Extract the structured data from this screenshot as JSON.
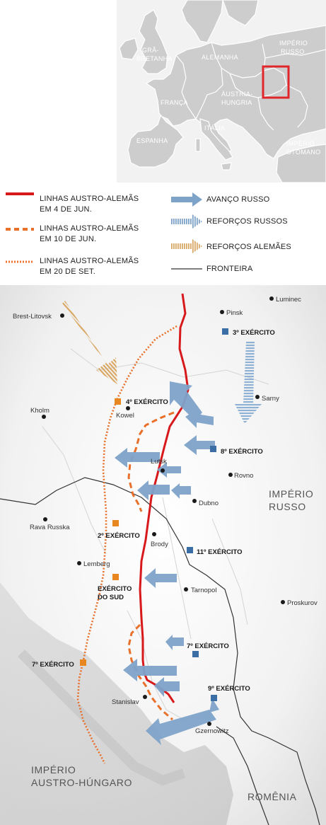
{
  "overview_map": {
    "labels": {
      "gra_bretanha_1": "GRÃ-",
      "gra_bretanha_2": "BRETANHA",
      "alemanha": "ALEMANHA",
      "imperio_russo_1": "IMPÉRIO",
      "imperio_russo_2": "RUSSO",
      "franca": "FRANÇA",
      "austria_1": "ÁUSTRIA-",
      "austria_2": "HUNGRIA",
      "italia": "ITÁLIA",
      "espanha": "ESPANHA",
      "otomano_1": "IMPÉRIO",
      "otomano_2": "OTOMANO"
    },
    "colors": {
      "land": "#cdcdcd",
      "sea": "#f2f2f2",
      "border": "#ffffff",
      "highlight": "#e0262a",
      "text": "#ffffff"
    }
  },
  "legend": {
    "red_line_1": "LINHAS AUSTRO-ALEMÃS",
    "red_line_2": "EM 4 DE JUN.",
    "dashed_line_1": "LINHAS AUSTRO-ALEMÃS",
    "dashed_line_2": "EM 10 DE JUN.",
    "dotted_line_1": "LINHAS AUSTRO-ALEMÃS",
    "dotted_line_2": "EM 20 DE SET.",
    "russian_advance": "AVANÇO RUSSO",
    "russian_reinforcements": "REFORÇOS RUSSOS",
    "german_reinforcements": "REFORÇOS ALEMÃES",
    "border": "FRONTEIRA",
    "colors": {
      "red": "#d7191c",
      "orange": "#e8702a",
      "blue": "#7ea3c9",
      "tan": "#d9a865",
      "border": "#333333"
    }
  },
  "main_map": {
    "cities": {
      "brest": "Brest-Litovsk",
      "pinsk": "Pinsk",
      "luminec": "Luminec",
      "sarny": "Sarny",
      "kholm": "Kholm",
      "kowel": "Kowel",
      "lutsk": "Lutsk",
      "rovno": "Rovno",
      "dubno": "Dubno",
      "rava": "Rava Russka",
      "brody": "Brody",
      "lemberg": "Lemberg",
      "tarnopol": "Tarnopol",
      "proskurov": "Proskurov",
      "stanislav": "Stanislav",
      "gzernowitz": "Gzernowitz"
    },
    "armies": {
      "russian_3": "3º EXÉRCITO",
      "german_4": "4º EXÉRCITO",
      "russian_8": "8º EXÉRCITO",
      "german_2": "2º EXÉRCITO",
      "russian_11": "11º EXÉRCITO",
      "sud_1": "EXÉRCITO",
      "sud_2": "DO SUD",
      "russian_7": "7º EXÉRCITO",
      "german_7": "7º EXÉRCITO",
      "russian_9": "9º EXÉRCITO"
    },
    "regions": {
      "russo_1": "IMPÉRIO",
      "russo_2": "RUSSO",
      "austro_1": "IMPÉRIO",
      "austro_2": "AUSTRO-HÚNGARO",
      "romenia": "ROMÊNIA"
    },
    "colors": {
      "russian_army": "#3a6ea5",
      "german_army": "#e8861f"
    }
  }
}
